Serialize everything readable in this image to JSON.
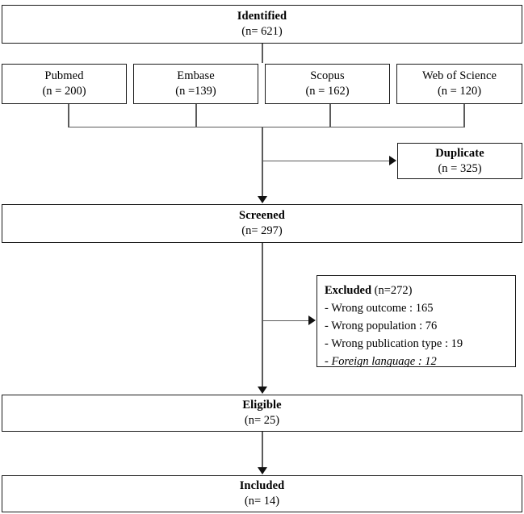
{
  "diagram": {
    "type": "prisma-flow-diagram",
    "identified": {
      "title": "Identified",
      "count": "(n= 621)"
    },
    "sources": [
      {
        "title": "Pubmed",
        "count": "(n = 200)"
      },
      {
        "title": "Embase",
        "count": "(n =139)"
      },
      {
        "title": "Scopus",
        "count": "(n = 162)"
      },
      {
        "title": "Web of Science",
        "count": "(n = 120)"
      }
    ],
    "duplicate": {
      "title": "Duplicate",
      "count": "(n = 325)"
    },
    "screened": {
      "title": "Screened",
      "count": "(n= 297)"
    },
    "excluded": {
      "title": "Excluded",
      "count": "(n=272)",
      "reasons": [
        {
          "label": "- Wrong outcome : 165",
          "italic": false
        },
        {
          "label": "- Wrong population : 76",
          "italic": false
        },
        {
          "label": "- Wrong publication type : 19",
          "italic": false
        },
        {
          "label": "- Foreign language : 12",
          "italic": true
        }
      ]
    },
    "eligible": {
      "title": "Eligible",
      "count": "(n= 25)"
    },
    "included": {
      "title": "Included",
      "count": "(n= 14)"
    }
  }
}
